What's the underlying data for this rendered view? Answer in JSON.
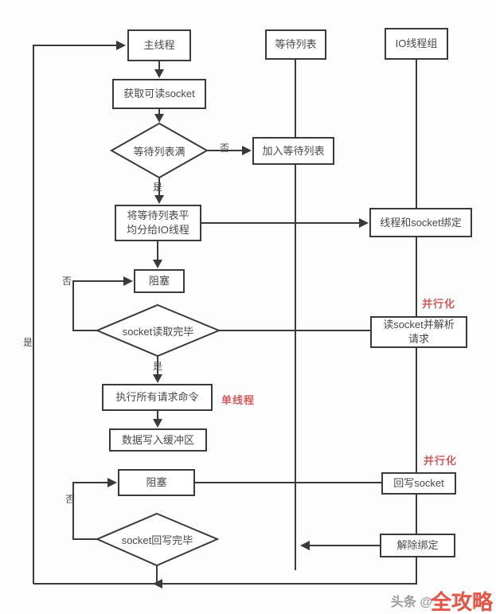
{
  "nodes": {
    "main_thread": "主线程",
    "get_readable_socket": "获取可读socket",
    "wait_list": "等待列表",
    "io_thread_group": "IO线程组",
    "wait_list_full": "等待列表满",
    "join_wait_list": "加入等待列表",
    "distribute_wait_list": "将等待列表平\n均分给IO线程",
    "bind_thread_socket": "线程和socket绑定",
    "block_read": "阻塞",
    "socket_read_done": "socket读取完毕",
    "read_socket_parse": "读socket并解析\n请求",
    "execute_all_commands": "执行所有请求命令",
    "write_data_buffer": "数据写入缓冲区",
    "block_write": "阻塞",
    "write_back_socket": "回写socket",
    "socket_write_done": "socket回写完毕",
    "unbind": "解除绑定"
  },
  "edge_labels": {
    "wait_list_full_no": "否",
    "wait_list_full_yes": "是",
    "read_done_no": "否",
    "read_done_yes": "是",
    "write_done_no": "否",
    "loop_back_yes": "是"
  },
  "annotations": {
    "parallel_read": "并行化",
    "single_thread": "单线程",
    "parallel_write": "并行化"
  },
  "watermark": {
    "source": "头条 @",
    "brand": "全攻略"
  },
  "colors": {
    "line": "#3a3a3a",
    "annotation": "#d25c5c",
    "watermark_brand": "#e2574a",
    "watermark_source": "#9b9b9b",
    "background": "#fdfdfd"
  }
}
